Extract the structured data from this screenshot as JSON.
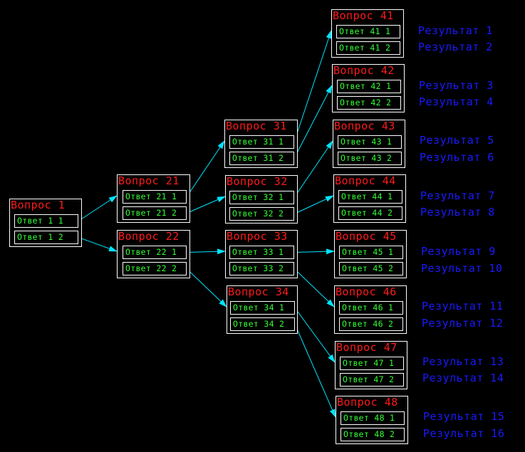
{
  "colors": {
    "question": "#ff1a1a",
    "answer": "#33ff33",
    "result": "#1a1aff",
    "link": "#00e5ff",
    "frame": "#ffffff"
  },
  "questions": [
    {
      "title": "Вопрос 1",
      "answers": [
        "Ответ 1 1",
        "Ответ 1 2"
      ]
    },
    {
      "title": "Вопрос 21",
      "answers": [
        "Ответ 21 1",
        "Ответ 21 2"
      ]
    },
    {
      "title": "Вопрос 22",
      "answers": [
        "Ответ 22 1",
        "Ответ 22 2"
      ]
    },
    {
      "title": "Вопрос 31",
      "answers": [
        "Ответ 31 1",
        "Ответ 31 2"
      ]
    },
    {
      "title": "Вопрос 32",
      "answers": [
        "Ответ 32 1",
        "Ответ 32 2"
      ]
    },
    {
      "title": "Вопрос 33",
      "answers": [
        "Ответ 33 1",
        "Ответ 33 2"
      ]
    },
    {
      "title": "Вопрос 34",
      "answers": [
        "Ответ 34 1",
        "Ответ 34 2"
      ]
    },
    {
      "title": "Вопрос 41",
      "answers": [
        "Ответ 41 1",
        "Ответ 41 2"
      ]
    },
    {
      "title": "Вопрос 42",
      "answers": [
        "Ответ 42 1",
        "Ответ 42 2"
      ]
    },
    {
      "title": "Вопрос 43",
      "answers": [
        "Ответ 43 1",
        "Ответ 43 2"
      ]
    },
    {
      "title": "Вопрос 44",
      "answers": [
        "Ответ 44 1",
        "Ответ 44 2"
      ]
    },
    {
      "title": "Вопрос 45",
      "answers": [
        "Ответ 45 1",
        "Ответ 45 2"
      ]
    },
    {
      "title": "Вопрос 46",
      "answers": [
        "Ответ 46 1",
        "Ответ 46 2"
      ]
    },
    {
      "title": "Вопрос 47",
      "answers": [
        "Ответ 47 1",
        "Ответ 47 2"
      ]
    },
    {
      "title": "Вопрос 48",
      "answers": [
        "Ответ 48 1",
        "Ответ 48 2"
      ]
    }
  ],
  "results": [
    "Результат 1",
    "Результат 2",
    "Результат 3",
    "Результат 4",
    "Результат 5",
    "Результат 6",
    "Результат 7",
    "Результат 8",
    "Результат 9",
    "Результат 10",
    "Результат 11",
    "Результат 12",
    "Результат 13",
    "Результат 14",
    "Результат 15",
    "Результат 16"
  ],
  "links": [
    {
      "from": "Ответ 1 1",
      "to": "Вопрос 21"
    },
    {
      "from": "Ответ 1 2",
      "to": "Вопрос 22"
    },
    {
      "from": "Ответ 21 1",
      "to": "Вопрос 31"
    },
    {
      "from": "Ответ 21 2",
      "to": "Вопрос 32"
    },
    {
      "from": "Ответ 22 1",
      "to": "Вопрос 33"
    },
    {
      "from": "Ответ 22 2",
      "to": "Вопрос 34"
    },
    {
      "from": "Ответ 31 1",
      "to": "Вопрос 41"
    },
    {
      "from": "Ответ 31 2",
      "to": "Вопрос 42"
    },
    {
      "from": "Ответ 32 1",
      "to": "Вопрос 43"
    },
    {
      "from": "Ответ 32 2",
      "to": "Вопрос 44"
    },
    {
      "from": "Ответ 33 1",
      "to": "Вопрос 45"
    },
    {
      "from": "Ответ 33 2",
      "to": "Вопрос 46"
    },
    {
      "from": "Ответ 34 1",
      "to": "Вопрос 47"
    },
    {
      "from": "Ответ 34 2",
      "to": "Вопрос 48"
    }
  ]
}
